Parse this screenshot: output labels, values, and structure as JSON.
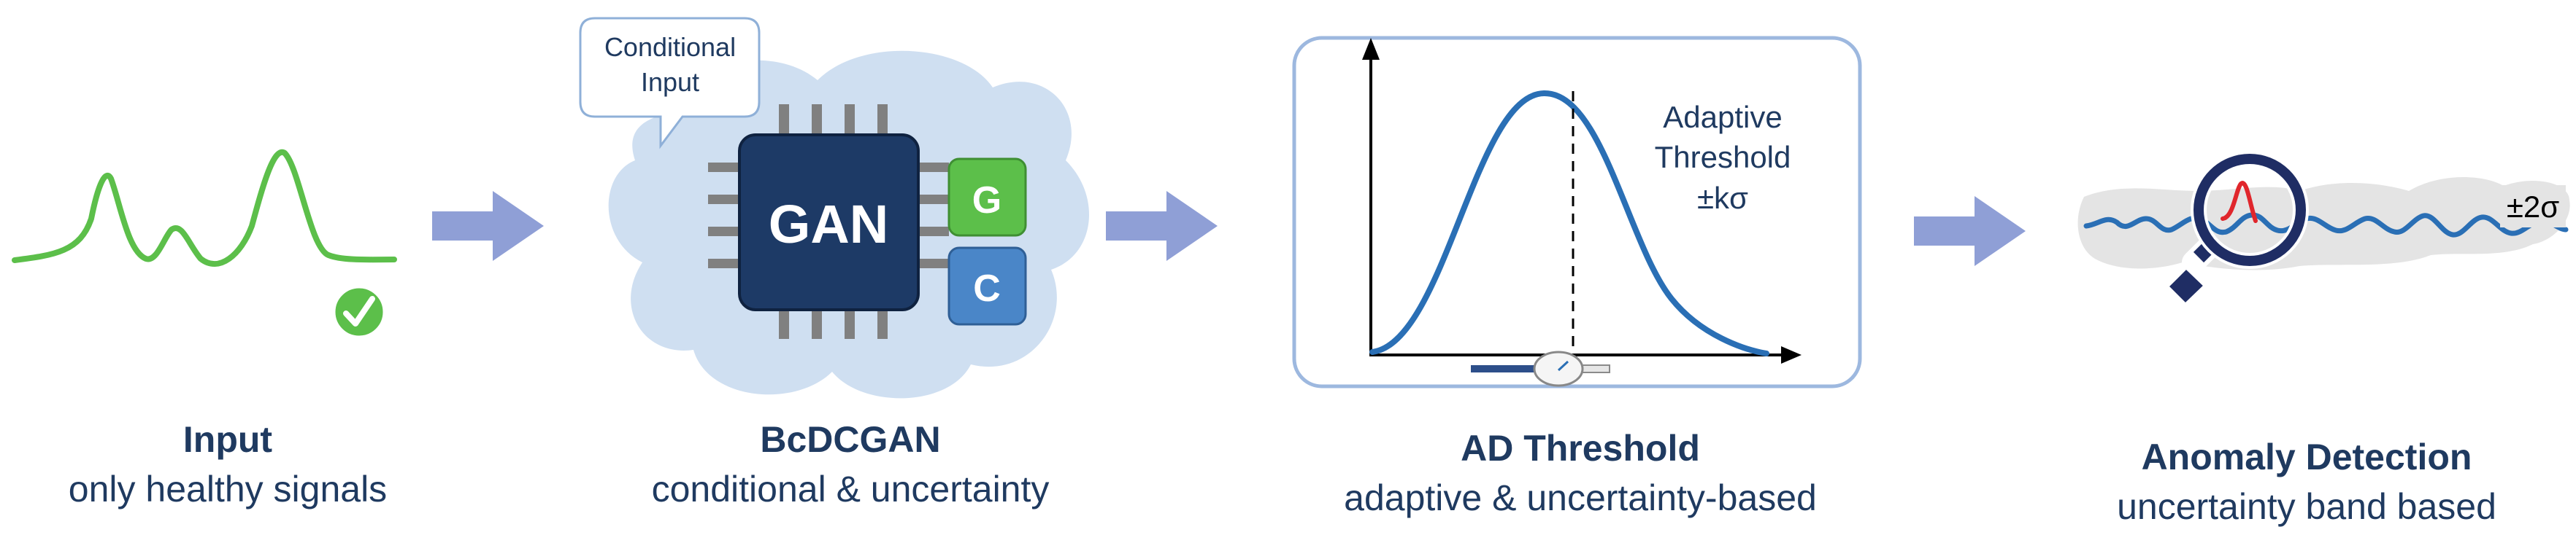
{
  "stages": [
    {
      "title": "Input",
      "subtitle": "only healthy signals"
    },
    {
      "title": "BcDCGAN",
      "subtitle": "conditional & uncertainty"
    },
    {
      "title": "AD Threshold",
      "subtitle": "adaptive & uncertainty-based"
    },
    {
      "title": "Anomaly Detection",
      "subtitle": "uncertainty band based"
    }
  ],
  "gan": {
    "bubble_line1": "Conditional",
    "bubble_line2": "Input",
    "chip_label": "GAN",
    "badge_g": "G",
    "badge_c": "C"
  },
  "threshold": {
    "line1": "Adaptive",
    "line2": "Threshold",
    "line3": "±kσ"
  },
  "detection": {
    "band_label": "±2σ"
  },
  "colors": {
    "signal_green": "#5cbf4a",
    "navy": "#1f3a60",
    "chip_navy": "#1d3a66",
    "curve_blue": "#2a6fb5",
    "arrow": "#8f9fd6",
    "cloud": "#cfdff1",
    "badge_green": "#5cbf4a",
    "badge_blue": "#4a86c8",
    "anomaly_red": "#e0262c"
  },
  "icons": [
    "check-icon",
    "chip-icon",
    "magnifier-icon",
    "gauge-icon",
    "arrow-right-icon"
  ]
}
